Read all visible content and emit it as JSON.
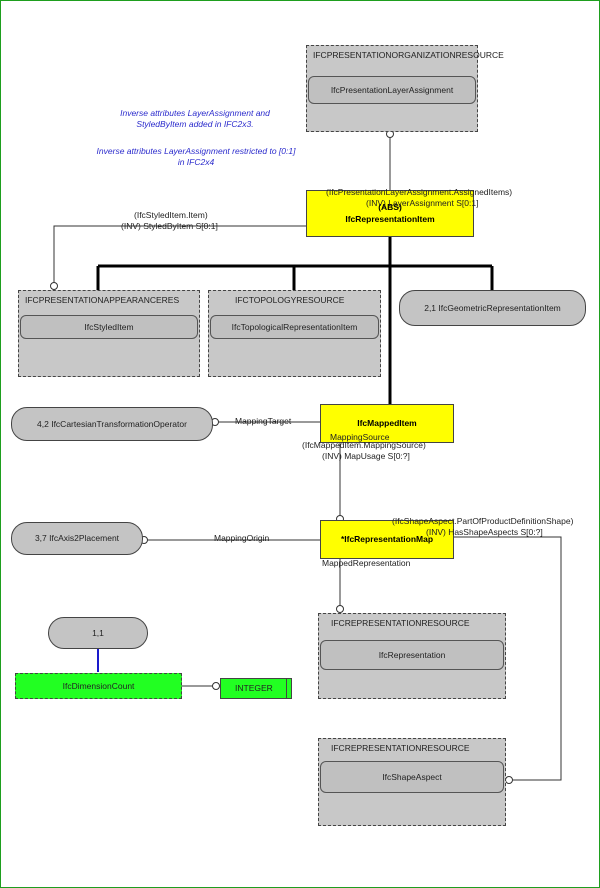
{
  "notes": {
    "note1": "Inverse attributes LayerAssignment and StyledByItem added in IFC2x3.",
    "note2": "Inverse attributes LayerAssignment restricted to [0:1] in IFC2x4"
  },
  "schemas": {
    "presentation_org": {
      "header": "IFCPRESENTATIONORGANIZATIONRESOURCE",
      "item": "IfcPresentationLayerAssignment"
    },
    "presentation_appearance": {
      "header": "IFCPRESENTATIONAPPEARANCERES",
      "item": "IfcStyledItem"
    },
    "topology": {
      "header": "IFCTOPOLOGYRESOURCE",
      "item": "IfcTopologicalRepresentationItem"
    },
    "representation_1": {
      "header": "IFCREPRESENTATIONRESOURCE",
      "item": "IfcRepresentation"
    },
    "representation_2": {
      "header": "IFCREPRESENTATIONRESOURCE",
      "item": "IfcShapeAspect"
    }
  },
  "entities": {
    "representation_item": {
      "abs": "(ABS)",
      "name": "IfcRepresentationItem"
    },
    "mapped_item": {
      "name": "IfcMappedItem"
    },
    "representation_map": {
      "name": "*IfcRepresentationMap"
    }
  },
  "pills": {
    "geometric_item": "2,1 IfcGeometricRepresentationItem",
    "cartesian_operator": "4,2 IfcCartesianTransformationOperator",
    "axis2placement": "3,7 IfcAxis2Placement",
    "cardinality": "1,1"
  },
  "types": {
    "dimension_count": "IfcDimensionCount",
    "integer": "INTEGER"
  },
  "labels": {
    "layer_assignment_1": "(IfcPresentationLayerAssignment.AssignedItems)",
    "layer_assignment_2": "(INV) LayerAssignment S[0:1]",
    "styled_item_1": "(IfcStyledItem.Item)",
    "styled_item_2": "(INV) StyledByItem S[0:1]",
    "mapping_target": "MappingTarget",
    "mapping_source": "MappingSource",
    "map_usage_1": "(IfcMappedItem.MappingSource)",
    "map_usage_2": "(INV) MapUsage S[0:?]",
    "mapping_origin": "MappingOrigin",
    "shape_aspects_1": "(IfcShapeAspect.PartOfProductDefinitionShape)",
    "shape_aspects_2": "(INV) HasShapeAspects S[0:?]",
    "mapped_representation": "MappedRepresentation"
  }
}
